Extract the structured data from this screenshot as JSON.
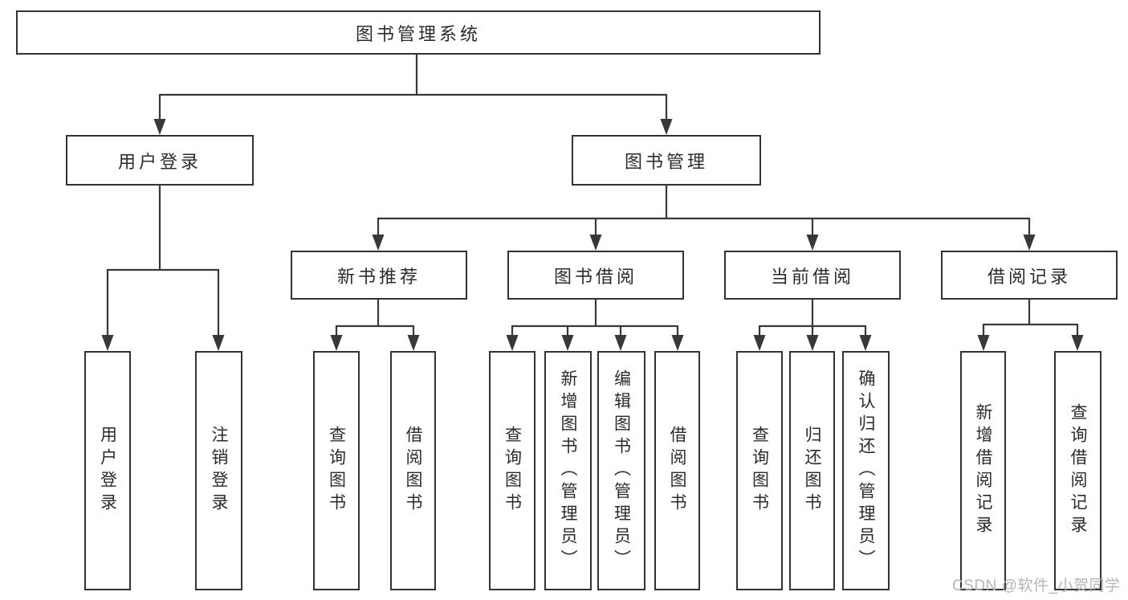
{
  "tree": {
    "label": "图书管理系统",
    "children": [
      {
        "label": "用户登录",
        "children": [
          {
            "label": "用户登录"
          },
          {
            "label": "注销登录"
          }
        ]
      },
      {
        "label": "图书管理",
        "children": [
          {
            "label": "新书推荐",
            "children": [
              {
                "label": "查询图书"
              },
              {
                "label": "借阅图书"
              }
            ]
          },
          {
            "label": "图书借阅",
            "children": [
              {
                "label": "查询图书"
              },
              {
                "label": "新增图书（管理员）"
              },
              {
                "label": "编辑图书（管理员）"
              },
              {
                "label": "借阅图书"
              }
            ]
          },
          {
            "label": "当前借阅",
            "children": [
              {
                "label": "查询图书"
              },
              {
                "label": "归还图书"
              },
              {
                "label": "确认归还（管理员）"
              }
            ]
          },
          {
            "label": "借阅记录",
            "children": [
              {
                "label": "新增借阅记录"
              },
              {
                "label": "查询借阅记录"
              }
            ]
          }
        ]
      }
    ]
  },
  "watermark": {
    "text": "CSDN @软件_小贺同学"
  },
  "colors": {
    "line": "#383838",
    "box_border": "#333333",
    "text": "#2b2b2b",
    "background": "#ffffff",
    "watermark": "#b5b5b5"
  }
}
